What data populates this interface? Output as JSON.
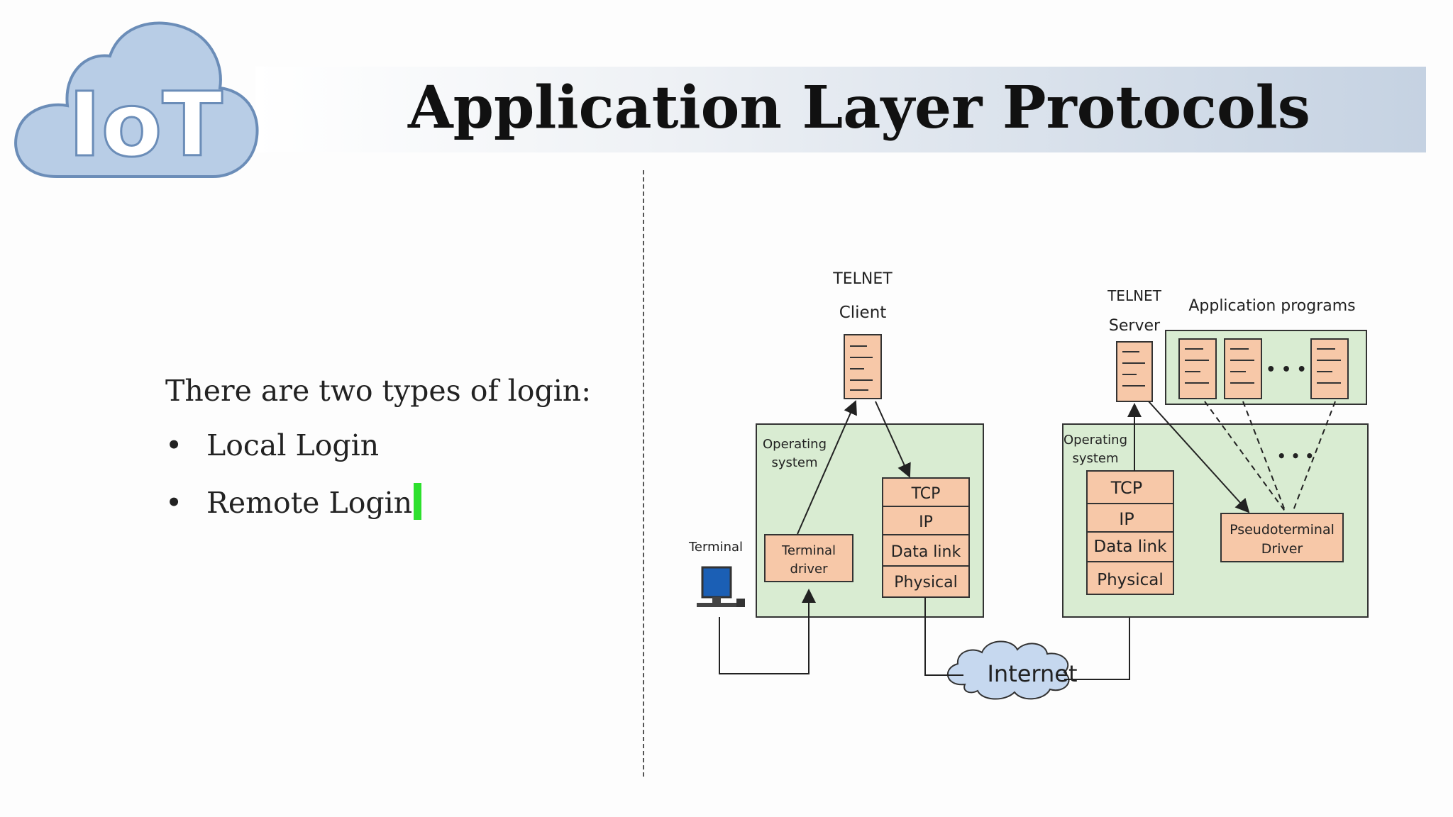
{
  "slide": {
    "logo_text": "IoT",
    "title": "Application Layer Protocols",
    "intro": "There are two types of login:",
    "bullets": [
      "Local Login",
      "Remote Login"
    ],
    "bullet_glyph": "•"
  },
  "diagram": {
    "client_label_line1": "TELNET",
    "client_label_line2": "Client",
    "server_label_line1": "TELNET",
    "server_label_line2": "Server",
    "application_programs": "Application programs",
    "os_line1": "Operating",
    "os_line2": "system",
    "terminal_driver_line1": "Terminal",
    "terminal_driver_line2": "driver",
    "terminal": "Terminal",
    "stack": [
      "TCP",
      "IP",
      "Data link",
      "Physical"
    ],
    "pseudo_line1": "Pseudoterminal",
    "pseudo_line2": "Driver",
    "internet": "Internet",
    "ellipsis": "• • •"
  },
  "colors": {
    "box_fill": "#f7c8a8",
    "os_fill": "#d9ecd2",
    "cloud_fill": "#c6d8ef",
    "logo_fill": "#b8cde6",
    "logo_stroke": "#6b8db8"
  }
}
